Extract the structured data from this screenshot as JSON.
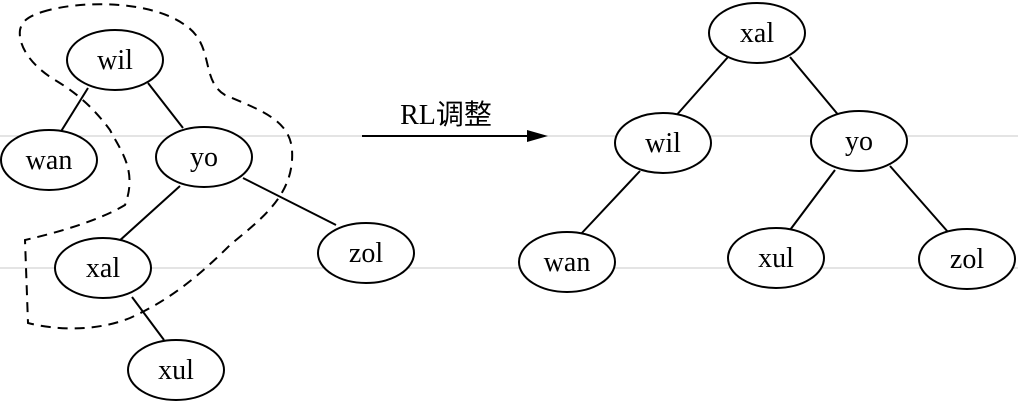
{
  "operation_label": "RL调整",
  "before_tree": {
    "nodes": {
      "wil": "wil",
      "wan": "wan",
      "yo": "yo",
      "xal": "xal",
      "zol": "zol",
      "xul": "xul"
    }
  },
  "after_tree": {
    "nodes": {
      "xal": "xal",
      "wil": "wil",
      "yo": "yo",
      "wan": "wan",
      "xul": "xul",
      "zol": "zol"
    }
  }
}
